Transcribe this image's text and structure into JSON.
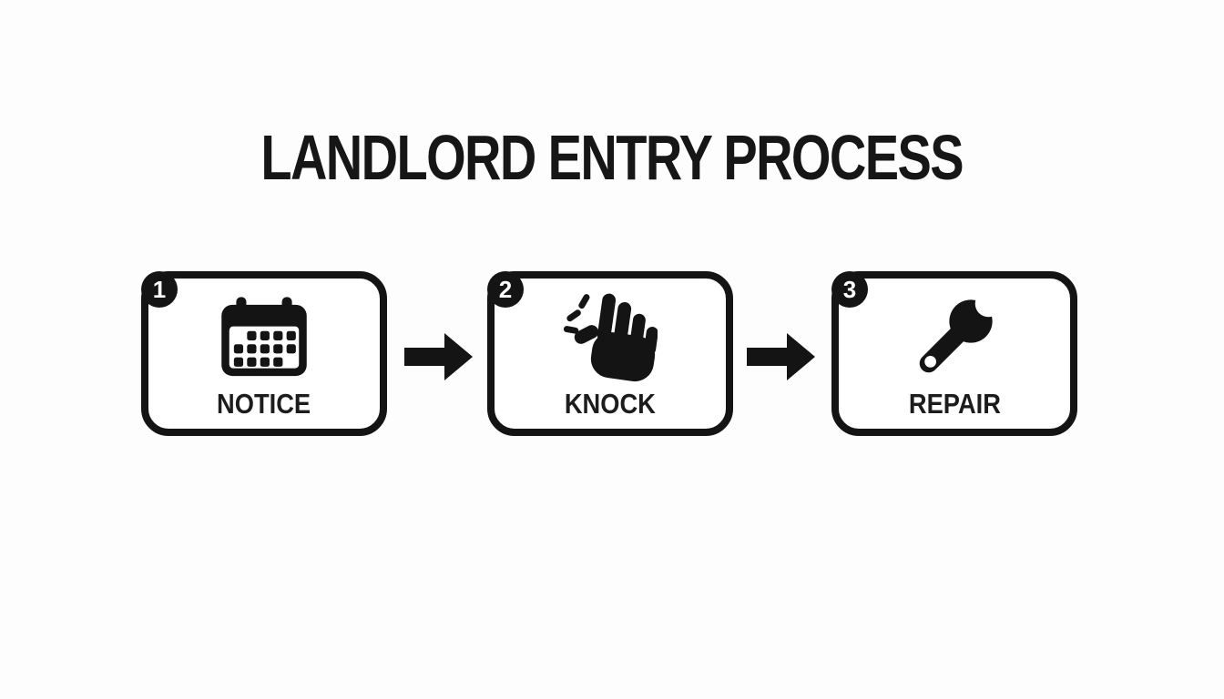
{
  "title": "LANDLORD ENTRY PROCESS",
  "steps": [
    {
      "number": "1",
      "label": "NOTICE",
      "icon": "calendar-icon"
    },
    {
      "number": "2",
      "label": "KNOCK",
      "icon": "knock-hand-icon"
    },
    {
      "number": "3",
      "label": "REPAIR",
      "icon": "wrench-icon"
    }
  ],
  "connectors": [
    {
      "icon": "arrow-right-icon"
    },
    {
      "icon": "arrow-right-icon"
    }
  ],
  "colors": {
    "ink": "#141414",
    "background": "#fdfdfd",
    "box_fill": "#ffffff"
  }
}
